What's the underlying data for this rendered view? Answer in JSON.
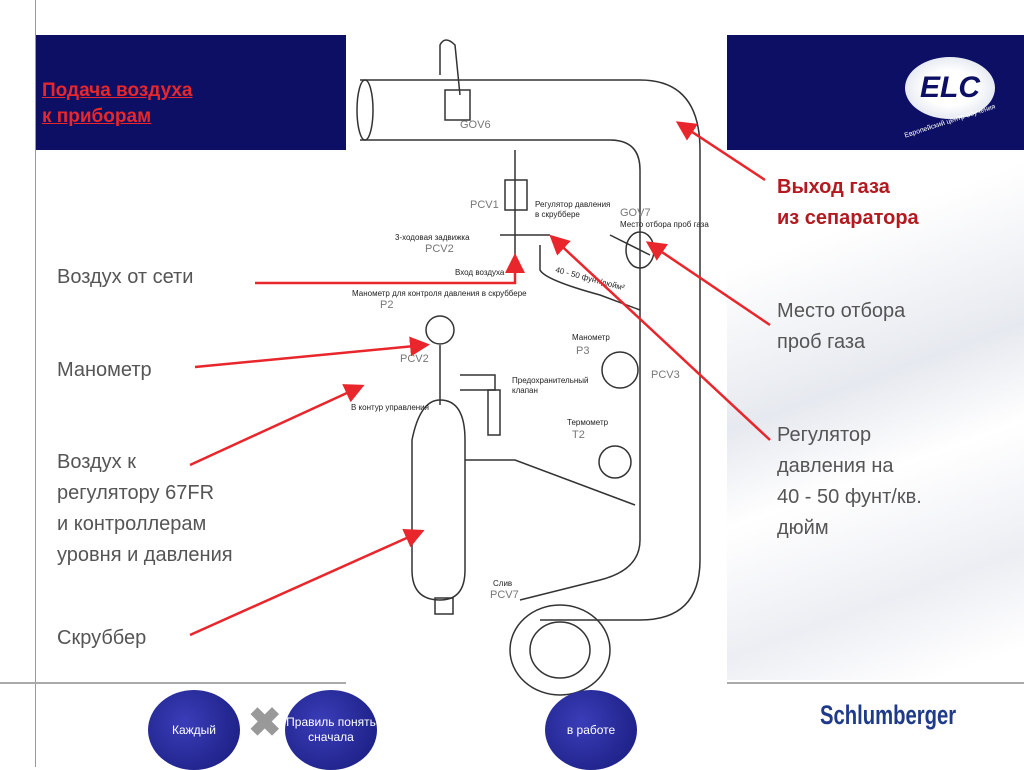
{
  "slide": {
    "title_line1": "Подача воздуха",
    "title_line2": "к приборам"
  },
  "logo": {
    "text": "ELC",
    "subtitle": "Европейский центр обучения"
  },
  "left_labels": {
    "air_from_network": "Воздух от сети",
    "manometer": "Манометр",
    "air_to_regulator": [
      "Воздух к",
      "регулятору 67FR",
      "и контроллерам",
      "уровня и давления"
    ],
    "scrubber": "Скруббер"
  },
  "right_labels": {
    "gas_outlet": [
      "Выход газа",
      "из сепаратора"
    ],
    "sampling_point": [
      "Место отбора",
      "проб газа"
    ],
    "pressure_regulator": [
      "Регулятор",
      "давления на",
      "40 - 50 фунт/кв.",
      "дюйм"
    ]
  },
  "diagram": {
    "gov6": "GOV6",
    "pcv1": "PCV1",
    "regulator": [
      "Регулятор давления",
      "в скруббере"
    ],
    "gov7": "GOV7",
    "sample": "Место отбора проб газа",
    "three_way": "3-ходовая задвижка",
    "pcv2": "PCV2",
    "air_inlet": "Вход воздуха",
    "psi": "40 - 50 фунт/дюйм²",
    "p2_label": "Манометр для контроля давления в скруббере",
    "p2": "P2",
    "pcv2b": "PCV2",
    "p3_label": "Манометр",
    "p3": "P3",
    "pcv3": "PCV3",
    "safety": [
      "Предохранительный",
      "клапан"
    ],
    "control": "В контур управления",
    "t2_label": "Термометр",
    "t2": "T2",
    "drain": "Слив",
    "pcv7": "PCV7"
  },
  "footer": {
    "buttons": [
      "Каждый",
      "Правиль понять сначала",
      "",
      "в работе"
    ],
    "brand": "Schlumberger"
  },
  "colors": {
    "header": "#0c0f63",
    "accent": "#e8262b",
    "arrow": "#e8262b"
  }
}
